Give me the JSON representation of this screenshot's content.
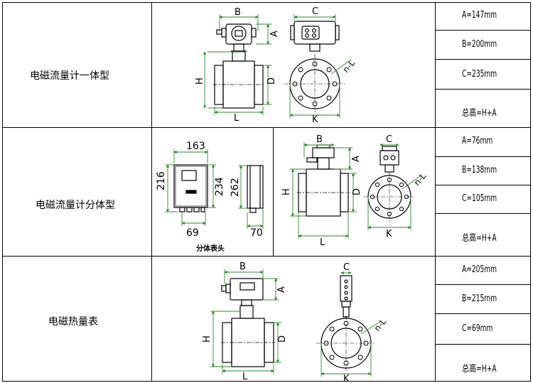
{
  "rows": [
    {
      "name": "电磁流量计一体型",
      "specs": [
        "A=147mm",
        "B=200mm",
        "C=235mm",
        "总高=H+A"
      ]
    },
    {
      "name": "电磁流量计分体型",
      "specs": [
        "A=76mm",
        "B=138mm",
        "C=105mm",
        "总高=H+A"
      ],
      "converter": {
        "dim_width": "163",
        "dim_height_left": "216",
        "dim_height_right": "234",
        "dim_depth": "262",
        "dim_bottom": "69",
        "dim_side_bottom": "70",
        "caption": "分体表头"
      }
    },
    {
      "name": "电磁热量表",
      "specs": [
        "A=205mm",
        "B=215mm",
        "C=69mm",
        "总高=H+A"
      ]
    }
  ],
  "letters": {
    "a": "A",
    "b": "B",
    "c": "C",
    "d": "D",
    "h": "H",
    "k": "K",
    "l": "L",
    "nl": "n-L"
  }
}
